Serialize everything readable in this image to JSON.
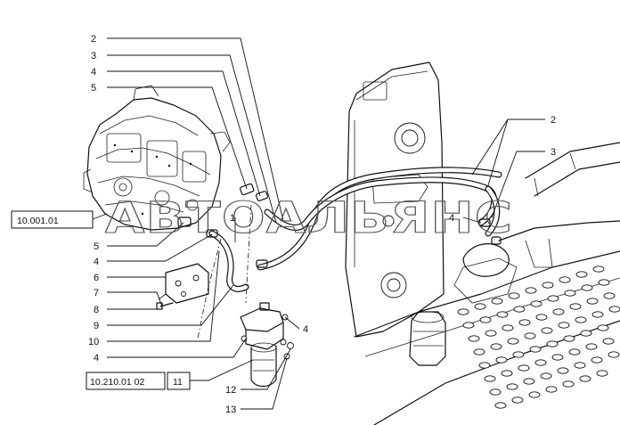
{
  "watermark": "АВТОАЛЬЯНС",
  "references": {
    "assembly_ref": "10.001.01",
    "filter_ref": "10.210.01 02",
    "filter_item": "11"
  },
  "callouts": {
    "c2_top": "2",
    "c3_top": "3",
    "c4_top": "4",
    "c5_top": "5",
    "c2_right": "2",
    "c3_right": "3",
    "c4_right": "4",
    "c5_left": "5",
    "c4_left": "4",
    "c6": "6",
    "c7": "7",
    "c8": "8",
    "c9": "9",
    "c10": "10",
    "c4_mid": "4",
    "c4_lower": "4",
    "c12": "12",
    "c13": "13",
    "c1": "1"
  }
}
